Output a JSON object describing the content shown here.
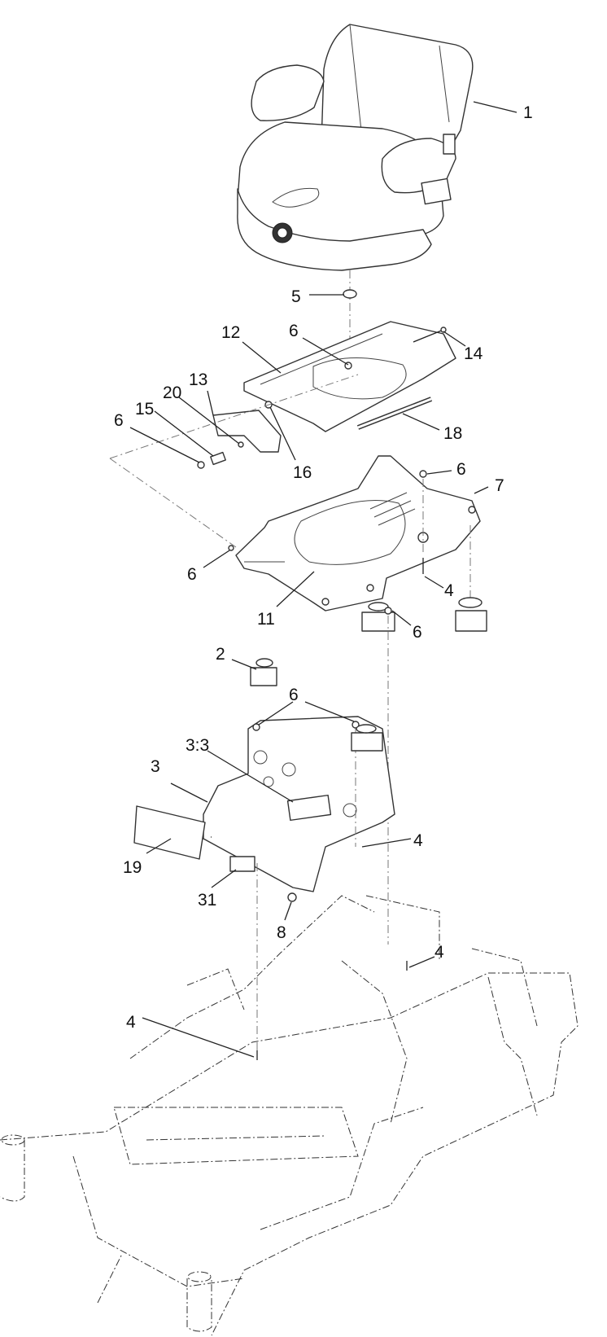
{
  "callouts": [
    {
      "id": "c1",
      "text": "1"
    },
    {
      "id": "c2",
      "text": "2"
    },
    {
      "id": "c3",
      "text": "3"
    },
    {
      "id": "c3_3",
      "text": "3:3"
    },
    {
      "id": "c4a",
      "text": "4"
    },
    {
      "id": "c4b",
      "text": "4"
    },
    {
      "id": "c4c",
      "text": "4"
    },
    {
      "id": "c4d",
      "text": "4"
    },
    {
      "id": "c5",
      "text": "5"
    },
    {
      "id": "c6a",
      "text": "6"
    },
    {
      "id": "c6b",
      "text": "6"
    },
    {
      "id": "c6c",
      "text": "6"
    },
    {
      "id": "c6d",
      "text": "6"
    },
    {
      "id": "c6e",
      "text": "6"
    },
    {
      "id": "c6f",
      "text": "6"
    },
    {
      "id": "c7",
      "text": "7"
    },
    {
      "id": "c8",
      "text": "8"
    },
    {
      "id": "c11",
      "text": "11"
    },
    {
      "id": "c12",
      "text": "12"
    },
    {
      "id": "c13",
      "text": "13"
    },
    {
      "id": "c14",
      "text": "14"
    },
    {
      "id": "c15",
      "text": "15"
    },
    {
      "id": "c16",
      "text": "16"
    },
    {
      "id": "c18",
      "text": "18"
    },
    {
      "id": "c19",
      "text": "19"
    },
    {
      "id": "c20",
      "text": "20"
    },
    {
      "id": "c31",
      "text": "31"
    }
  ]
}
